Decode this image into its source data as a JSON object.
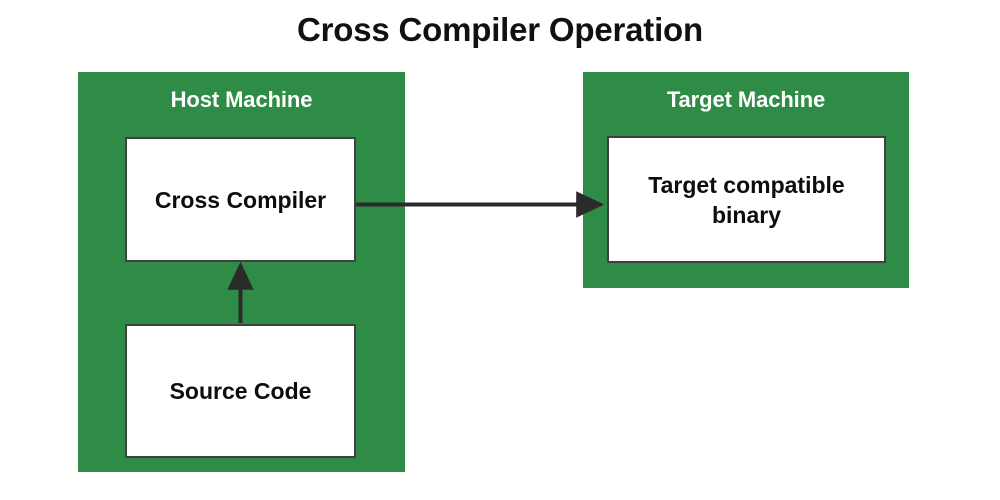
{
  "title": "Cross Compiler Operation",
  "theme": {
    "panel_green": "#2F8C46",
    "box_fill": "#FFFFFF",
    "box_border": "#404040",
    "arrow_color": "#2B2B2B",
    "title_color": "#111111",
    "panel_label_color": "#FFFFFF",
    "background": "#FFFFFF"
  },
  "machines": [
    {
      "id": "host",
      "label": "Host Machine",
      "boxes": [
        {
          "id": "cross-compiler",
          "label": "Cross Compiler"
        },
        {
          "id": "source-code",
          "label": "Source Code"
        }
      ]
    },
    {
      "id": "target",
      "label": "Target Machine",
      "boxes": [
        {
          "id": "target-binary",
          "label": "Target compatible binary"
        }
      ]
    }
  ],
  "arrows": [
    {
      "id": "source-to-compiler",
      "from": "source-code",
      "to": "cross-compiler",
      "direction": "up",
      "label": ""
    },
    {
      "id": "compiler-to-binary",
      "from": "cross-compiler",
      "to": "target-binary",
      "direction": "right",
      "label": ""
    }
  ]
}
